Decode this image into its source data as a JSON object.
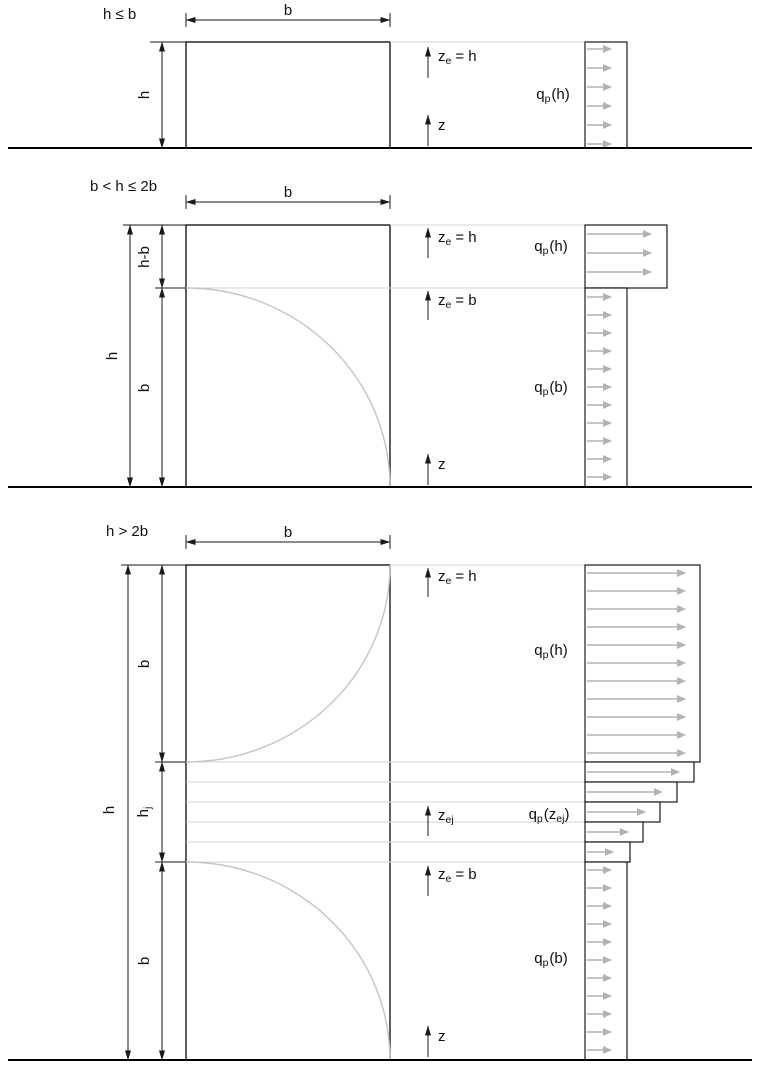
{
  "panel1": {
    "title": "h ≤ b",
    "dim_b": "b",
    "dim_h": "h",
    "ze_h": {
      "base": "z",
      "sub": "e",
      "rest": "= h"
    },
    "z_label": "z",
    "qp_h": {
      "base": "q",
      "sub": "p",
      "rest": "(h)"
    }
  },
  "panel2": {
    "title": "b < h ≤ 2b",
    "dim_b": "b",
    "dim_h": "h",
    "dim_h_minus_b": "h-b",
    "dim_b_lower": "b",
    "ze_h": {
      "base": "z",
      "sub": "e",
      "rest": "= h"
    },
    "ze_b": {
      "base": "z",
      "sub": "e",
      "rest": "= b"
    },
    "z_label": "z",
    "qp_h": {
      "base": "q",
      "sub": "p",
      "rest": "(h)"
    },
    "qp_b": {
      "base": "q",
      "sub": "p",
      "rest": "(b)"
    }
  },
  "panel3": {
    "title": "h > 2b",
    "dim_b": "b",
    "dim_h": "h",
    "dim_b_upper": "b",
    "dim_hj": {
      "base": "h",
      "sub": "j"
    },
    "dim_b_lower": "b",
    "ze_h": {
      "base": "z",
      "sub": "e",
      "rest": "= h"
    },
    "ze_j": {
      "base": "z",
      "sub": "ej"
    },
    "ze_b": {
      "base": "z",
      "sub": "e",
      "rest": "= b"
    },
    "z_label": "z",
    "qp_h": {
      "base": "q",
      "sub": "p",
      "rest": "(h)"
    },
    "qp_zej": {
      "base": "q",
      "sub": "p",
      "mid": "(z",
      "sub2": "ej",
      "end": ")"
    },
    "qp_b": {
      "base": "q",
      "sub": "p",
      "rest": "(b)"
    }
  },
  "colors": {
    "line": "#1a1a1a",
    "wind_arrow_gray": "#b3b3b3",
    "guide_gray": "#d4d4d4",
    "arc_gray": "#c4c4c4",
    "background": "#ffffff"
  }
}
